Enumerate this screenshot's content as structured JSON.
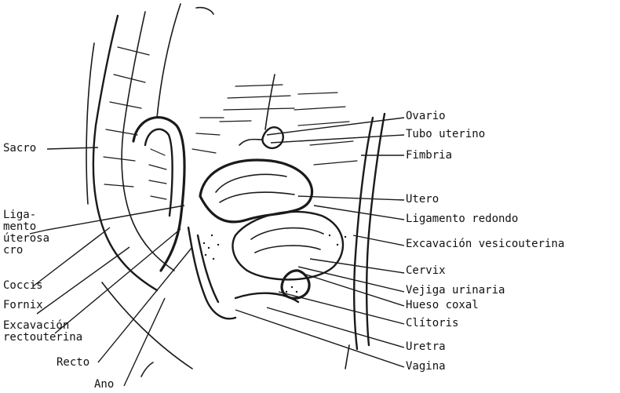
{
  "labels_right": {
    "ovario": "Ovario",
    "tubo_uterino": "Tubo uterino",
    "fimbria": "Fimbria",
    "utero": "Utero",
    "ligamento_redondo": "Ligamento redondo",
    "excavacion_vesicouterina": "Excavación vesicouterina",
    "cervix": "Cervix",
    "vejiga_urinaria": "Vejiga urinaria",
    "hueso_coxal": "Hueso coxal",
    "clitoris": "Clítoris",
    "uretra": "Uretra",
    "vagina": "Vagina"
  },
  "labels_left": {
    "sacro": "Sacro",
    "ligamento_uterosacro": [
      "Liga-",
      "mento",
      "úterosa",
      "cro"
    ],
    "coccis": "Coccis",
    "fornix": "Fornix",
    "excavacion_rectouterina": [
      "Excavación",
      "rectouterina"
    ],
    "recto": "Recto",
    "ano": "Ano"
  }
}
